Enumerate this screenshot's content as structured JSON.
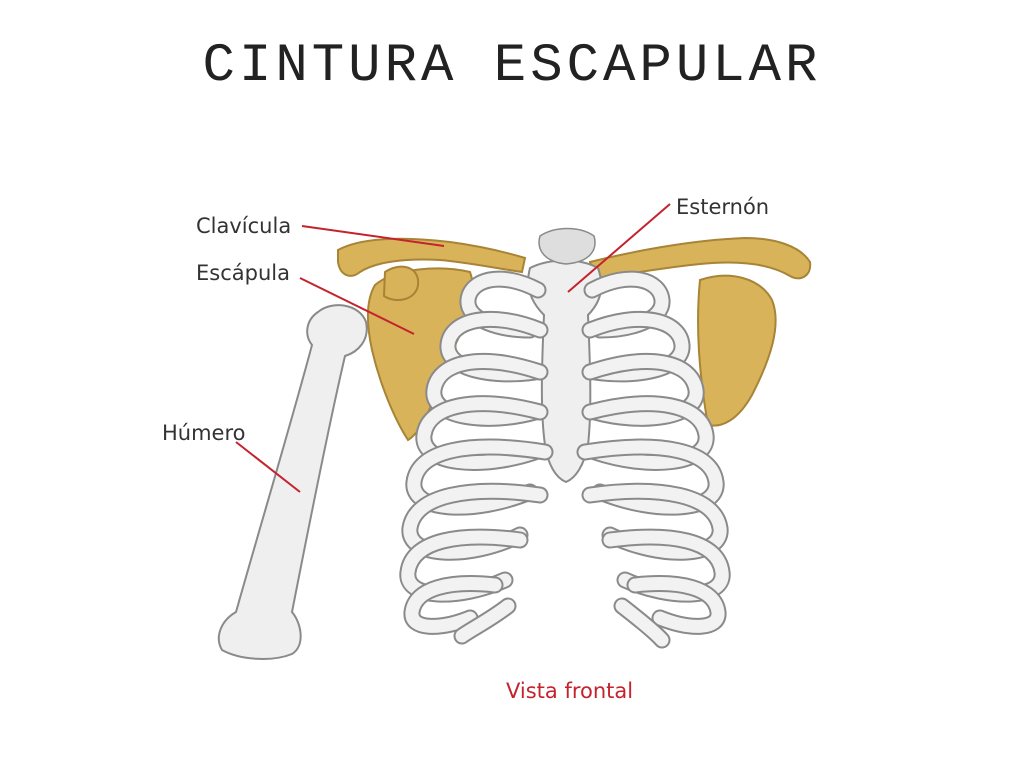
{
  "title": "CINTURA ESCAPULAR",
  "labels": {
    "clavicula": "Clavícula",
    "escapula": "Escápula",
    "humero": "Húmero",
    "esternon": "Esternón"
  },
  "caption": "Vista frontal",
  "colors": {
    "highlight_bone": "#d9b35a",
    "bone": "#efefef",
    "leader_line": "#c4232d",
    "caption_text": "#c4232d"
  }
}
